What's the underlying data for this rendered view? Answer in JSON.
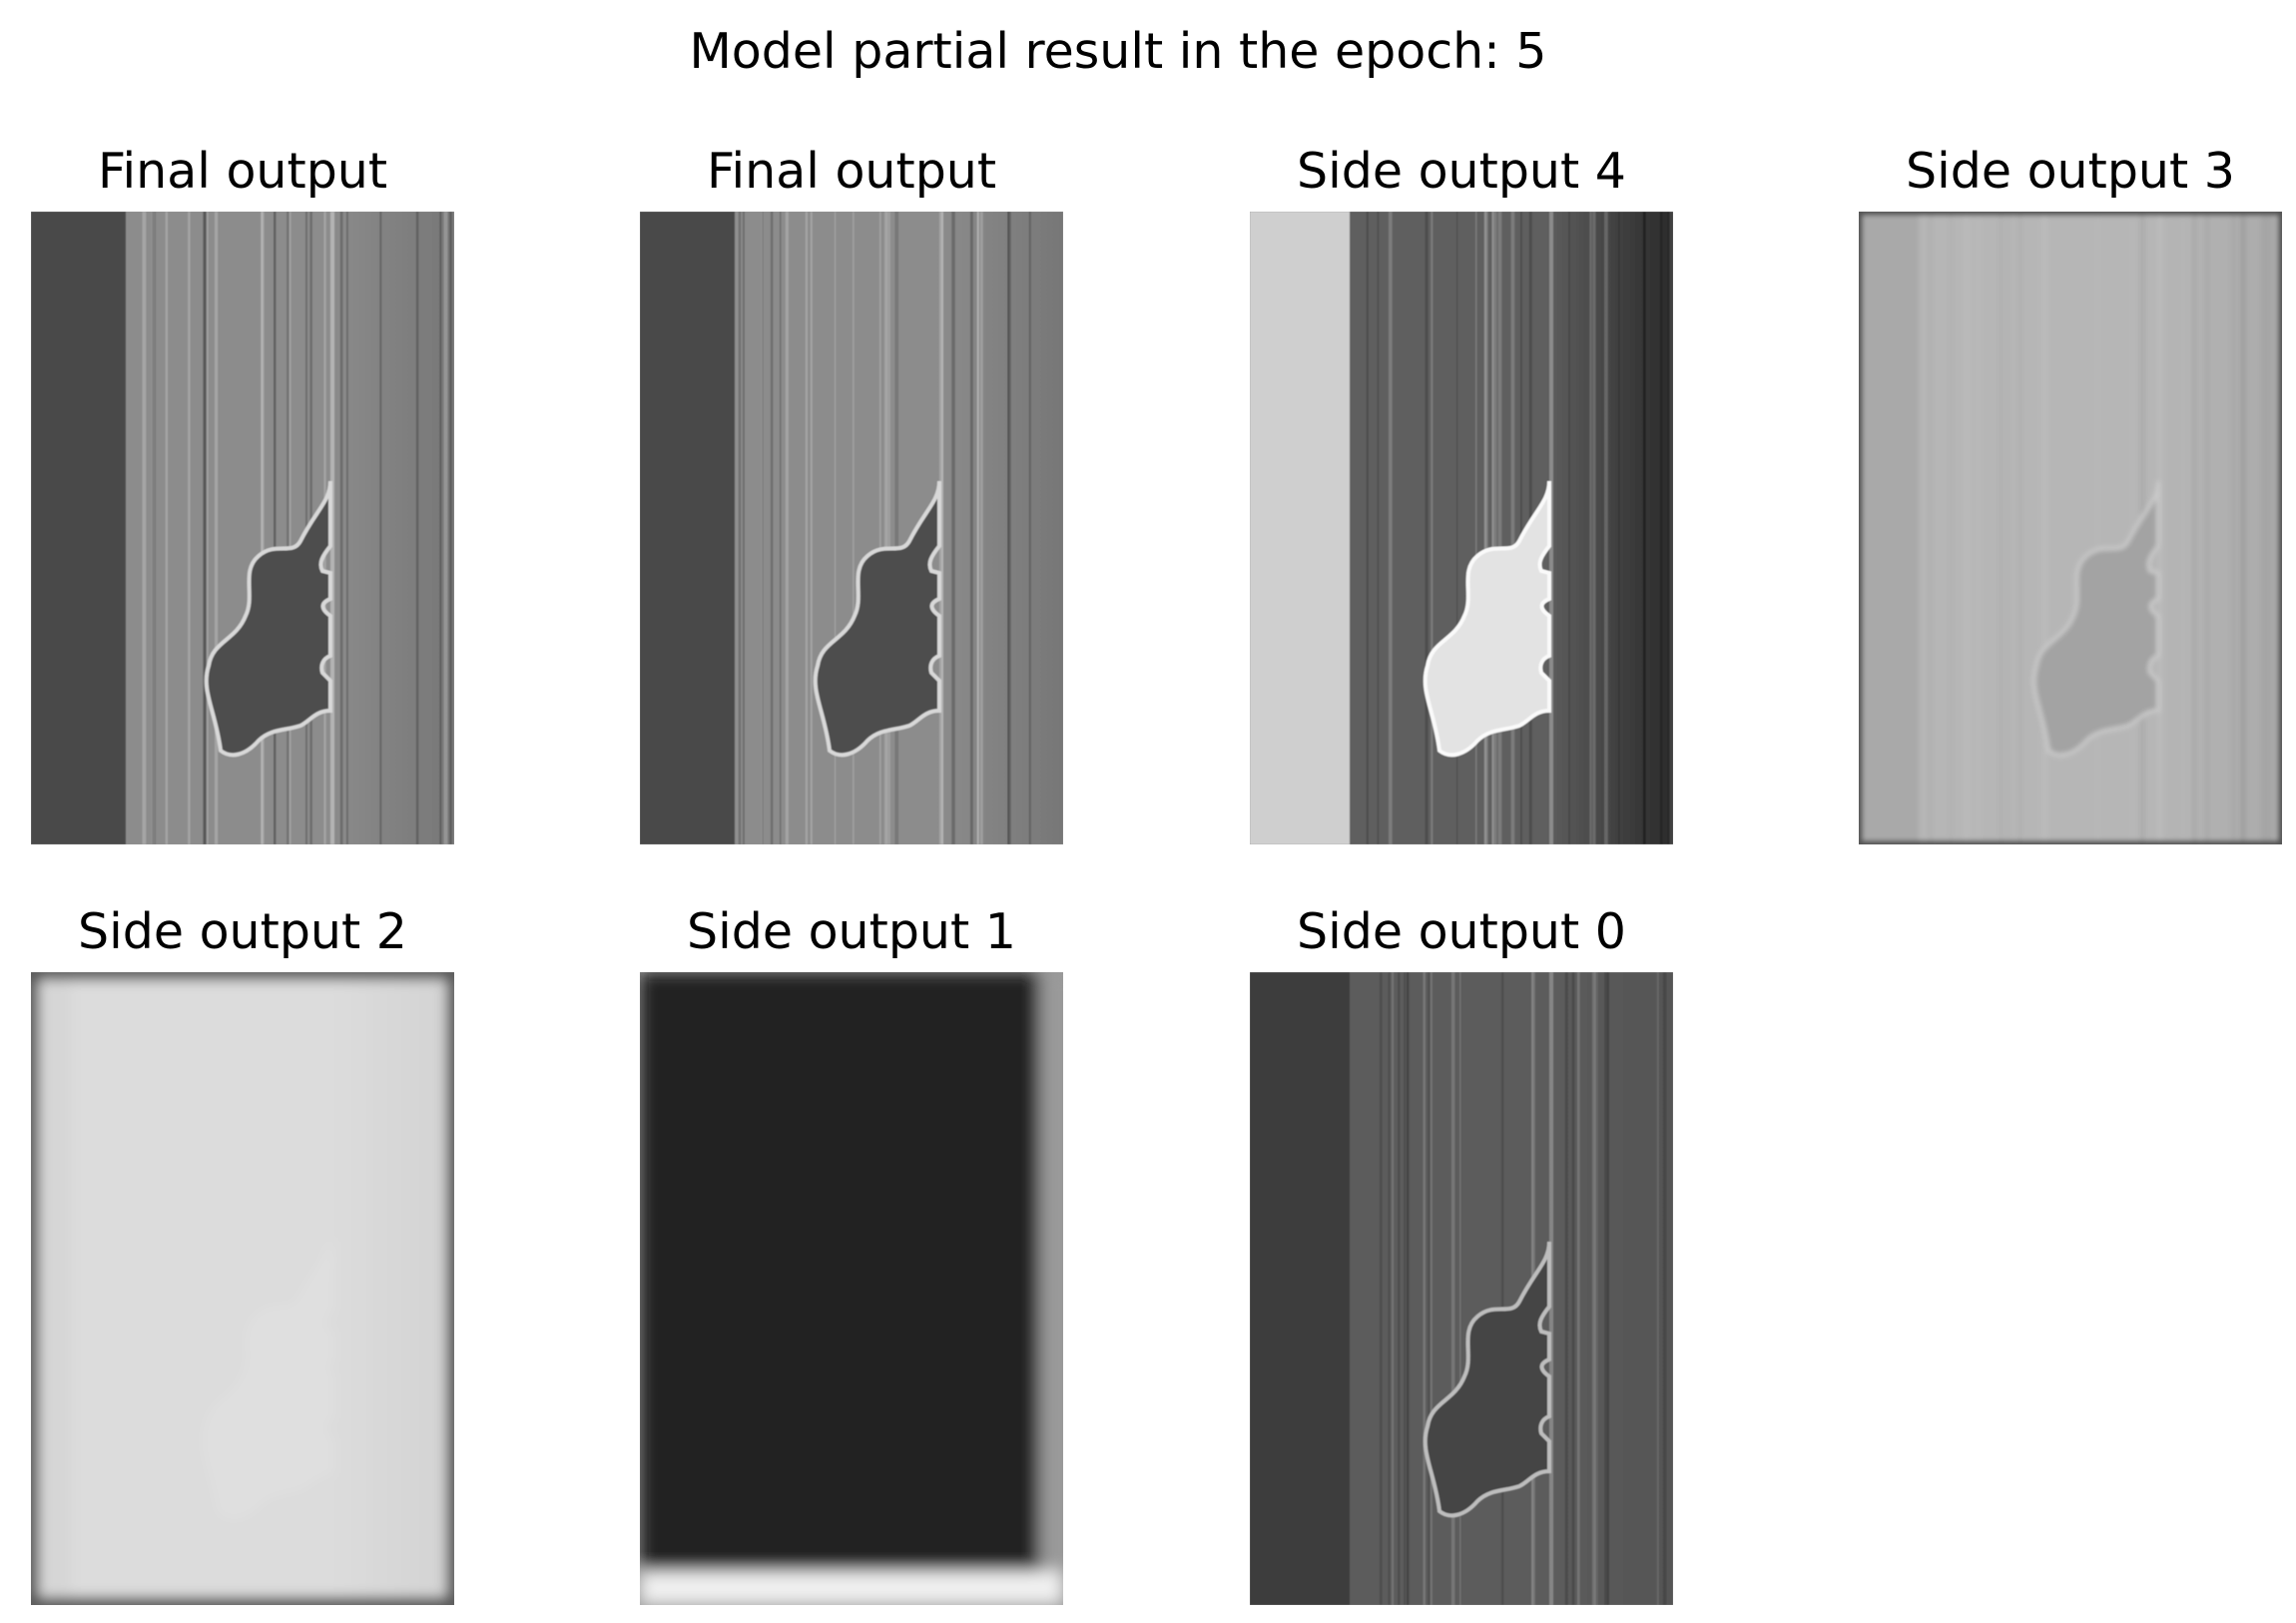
{
  "figure": {
    "title": "Model partial result in the epoch: 5"
  },
  "panels": [
    {
      "title": "Final output",
      "tone": "edge",
      "bear": "dark"
    },
    {
      "title": "Final output",
      "tone": "edge",
      "bear": "dark"
    },
    {
      "title": "Side output 4",
      "tone": "contrast",
      "bear": "light"
    },
    {
      "title": "Side output 3",
      "tone": "soft",
      "bear": "faint"
    },
    {
      "title": "Side output 2",
      "tone": "pale",
      "bear": "ghost"
    },
    {
      "title": "Side output 1",
      "tone": "black",
      "bear": "none"
    },
    {
      "title": "Side output 0",
      "tone": "edge-dark",
      "bear": "dark"
    }
  ]
}
